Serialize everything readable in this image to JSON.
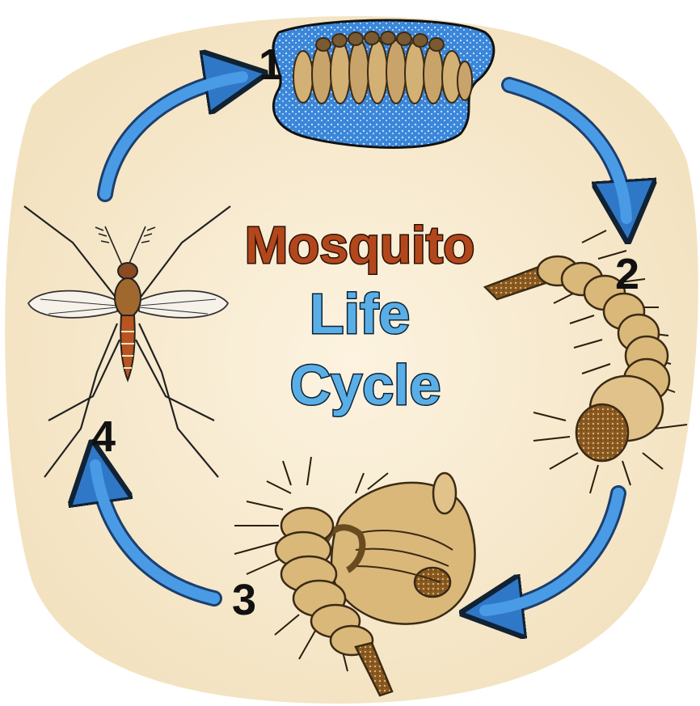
{
  "title": {
    "line1": "Mosquito",
    "line2": "Life",
    "line3": "Cycle"
  },
  "stages": [
    {
      "number": "1"
    },
    {
      "number": "2"
    },
    {
      "number": "3"
    },
    {
      "number": "4"
    }
  ],
  "colors": {
    "background": "#f8ecd2",
    "title_line1": "#b3471c",
    "title_line2_3": "#5aaee6",
    "arrow": "#3d8ad6",
    "creature_body": "#d9b87a",
    "creature_outline": "#3b2a14",
    "water": "#3a86d9"
  }
}
